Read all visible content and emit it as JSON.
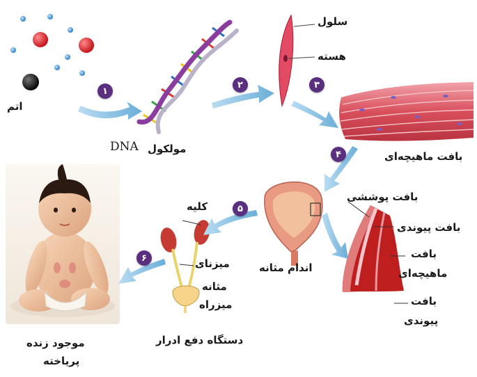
{
  "labels": {
    "atom": "اتم",
    "molecule_word": "مولکول",
    "dna": "DNA",
    "cell": "سلول",
    "nucleus": "هسته",
    "muscle_tissue": "بافت ماهیچه‌ای",
    "organ_bladder": "اندام مثانه",
    "kidney": "کلیه",
    "ureter": "میزنای",
    "bladder": "مثانه",
    "urethra": "میزراه",
    "urinary_system": "دستگاه دفع ادرار",
    "organism_line1": "موجود زنده",
    "organism_line2": "پریاخته",
    "epithelial_tissue": "بافت پوششی",
    "connective_tissue_1": "بافت پیوندی",
    "muscle_layer_line1": "بافت",
    "muscle_layer_line2": "ماهیچه‌ای",
    "connective_tissue_2_line1": "بافت",
    "connective_tissue_2_line2": "پیوندی"
  },
  "steps": [
    "۱",
    "۲",
    "۳",
    "۴",
    "۵",
    "۶"
  ]
}
